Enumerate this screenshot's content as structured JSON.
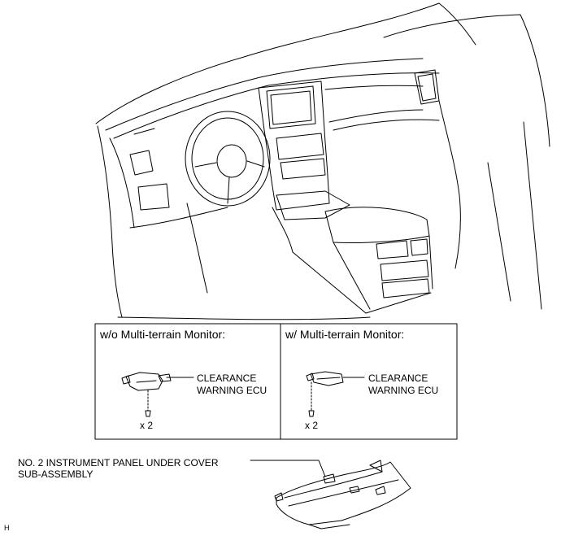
{
  "left_panel": {
    "title": "w/o Multi-terrain Monitor:",
    "ecu_label_line1": "CLEARANCE",
    "ecu_label_line2": "WARNING ECU",
    "bolt_qty": "x 2"
  },
  "right_panel": {
    "title": "w/ Multi-terrain Monitor:",
    "ecu_label_line1": "CLEARANCE",
    "ecu_label_line2": "WARNING ECU",
    "bolt_qty": "x 2"
  },
  "under_cover": {
    "label_line1": "NO. 2 INSTRUMENT PANEL UNDER COVER",
    "label_line2": "SUB-ASSEMBLY"
  },
  "figure_code": "H"
}
